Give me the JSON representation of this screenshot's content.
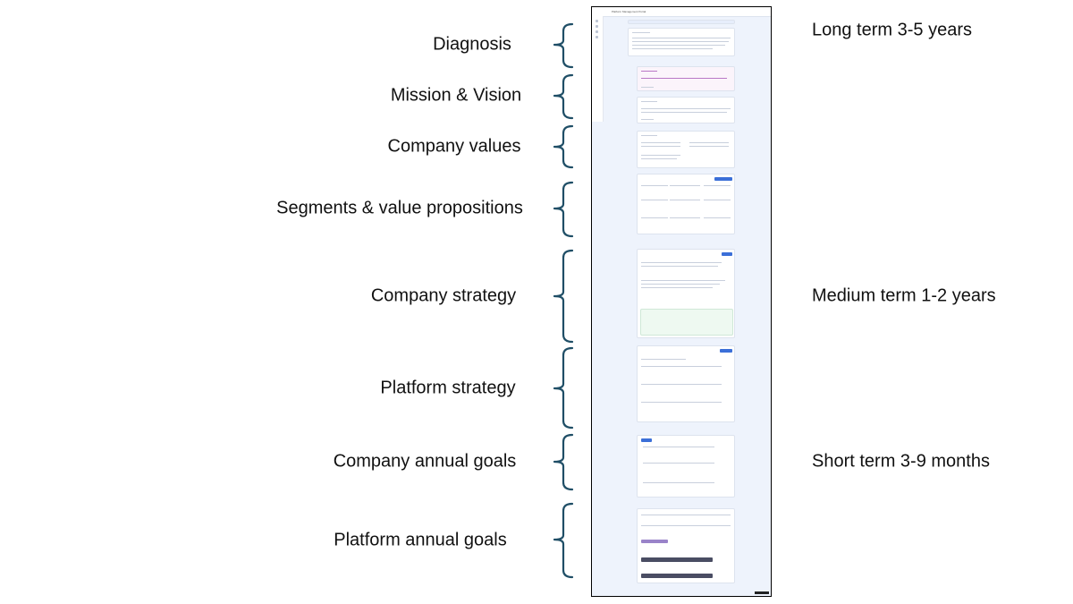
{
  "labels_left": [
    "Diagnosis",
    "Mission & Vision",
    "Company values",
    "Segments & value propositions",
    "Company strategy",
    "Platform strategy",
    "Company annual goals",
    "Platform annual goals"
  ],
  "labels_right": [
    "Long term 3-5 years",
    "Medium term 1-2 years",
    "Short term 3-9 months"
  ],
  "screenshot": {
    "window_title": "Platform Management Portal",
    "accent_color": "#3b6fd8",
    "bracket_color": "#1f4e66"
  }
}
